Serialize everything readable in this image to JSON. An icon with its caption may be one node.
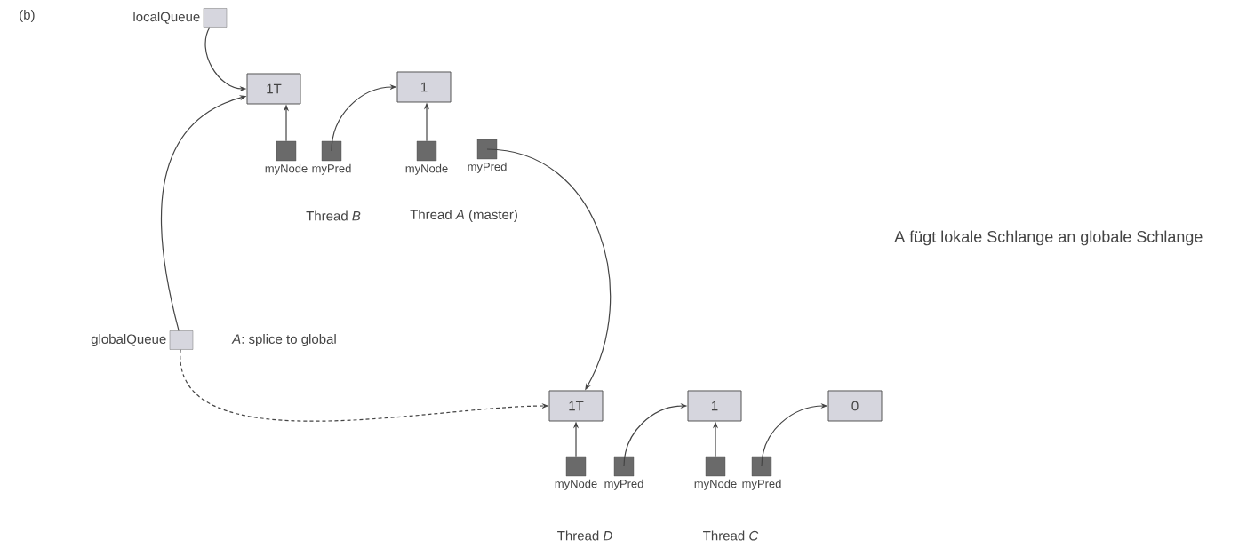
{
  "diagram": {
    "nodes": [
      {
        "text": [
          "localQueue"
        ]
      },
      {
        "text": [
          "1T"
        ]
      },
      {
        "text": [
          "1"
        ]
      },
      {
        "text": [
          "myNode"
        ]
      },
      {
        "text": [
          "myPred"
        ]
      },
      {
        "text": [
          "myNode"
        ]
      },
      {
        "text": [
          "myPred"
        ]
      },
      {
        "text": [
          "globalQueue"
        ]
      },
      {
        "text": [
          "1T"
        ]
      },
      {
        "text": [
          "1"
        ]
      },
      {
        "text": [
          "0"
        ]
      },
      {
        "text": [
          "myNode"
        ]
      },
      {
        "text": [
          "myPred"
        ]
      },
      {
        "text": [
          "myNode"
        ]
      },
      {
        "text": [
          "myPred"
        ]
      }
    ],
    "edges": [
      {
        "from": 0,
        "to": 1,
        "arrow": "to"
      },
      {
        "from": 7,
        "to": 1,
        "arrow": "to"
      },
      {
        "from": 3,
        "to": 1,
        "arrow": "to"
      },
      {
        "from": 4,
        "to": 2,
        "arrow": "to"
      },
      {
        "from": 5,
        "to": 2,
        "arrow": "to"
      },
      {
        "from": 6,
        "to": 8,
        "arrow": "to"
      },
      {
        "from": 7,
        "to": 8,
        "arrow": "to",
        "style": "dashed"
      },
      {
        "from": 11,
        "to": 8,
        "arrow": "to"
      },
      {
        "from": 12,
        "to": 9,
        "arrow": "to"
      },
      {
        "from": 13,
        "to": 9,
        "arrow": "to"
      },
      {
        "from": 14,
        "to": 10,
        "arrow": "to"
      }
    ],
    "labels": [
      "(b)",
      "Thread *B*",
      "Thread *A* (master)",
      "*A*: splice to global",
      "Thread *D*",
      "Thread *C*",
      "A fügt lokale Schlange an globale Schlange"
    ]
  }
}
